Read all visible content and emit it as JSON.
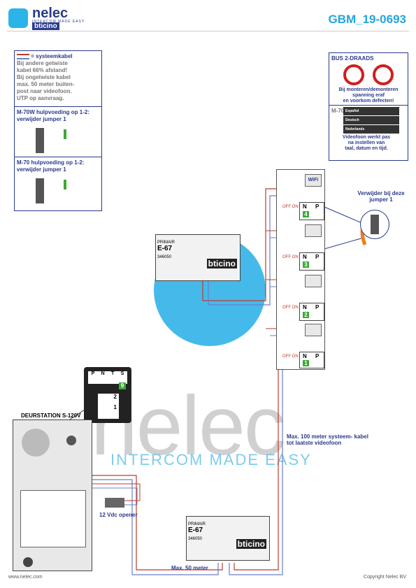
{
  "header": {
    "brand_name": "nelec",
    "brand_tagline": "INTERCOM MADE EASY",
    "brand_partner": "bticino",
    "doc_id": "GBM_19-0693"
  },
  "notes": {
    "cable_legend": "= systeemkabel",
    "cable_lines": [
      "Bij andere getwiste",
      "kabel 66% afstand!",
      "Bij ongetwiste kabel",
      "max. 50 meter buiten-",
      "post naar videofoon.",
      "UTP op aanvraag."
    ],
    "m70w_title": "M-70W hulpvoeding op 1-2: verwijder jumper 1",
    "m70_title": "M-70  hulpvoeding op 1-2: verwijder jumper 1",
    "bus_title": "BUS 2-DRAADS",
    "bus_lines": [
      "Bij monteren/demonteren",
      "spanning eraf",
      "en voorkom defecten!"
    ],
    "m70_lang_label": "M-70",
    "languages": [
      "Español",
      "Deutsch",
      "Nederlands"
    ],
    "m70_lang_lines": [
      "Videofoon werkt pas",
      "na instellen van",
      "taal, datum en tijd."
    ]
  },
  "devices": {
    "psu_top": {
      "label": "PRIMAIR",
      "model": "E-67",
      "code": "346050",
      "brand": "bticino"
    },
    "psu_bottom": {
      "label": "PRIMAIR",
      "model": "E-67",
      "code": "346050",
      "brand": "bticino"
    },
    "monitors": [
      {
        "badge": "WiFi",
        "number": "4",
        "off_label": "OFF ON"
      },
      {
        "badge": "",
        "number": "3",
        "off_label": "OFF ON"
      },
      {
        "badge": "",
        "number": "2",
        "off_label": "OFF ON"
      },
      {
        "badge": "",
        "number": "1",
        "off_label": "OFF ON"
      }
    ],
    "np_labels": [
      "N",
      "P"
    ],
    "door_station": "DEURSTATION S-120V",
    "terminal_labels": [
      "P",
      "N",
      "T",
      "S"
    ],
    "terminal_num": "9",
    "switch_labels": [
      "2",
      "1"
    ],
    "opener_label": "12 Vdc opener"
  },
  "annotations": {
    "jumper_remove": "Verwijder bij deze jumper 1",
    "max100": "Max. 100 meter systeem- kabel tot laatste videofoon",
    "max50": "Max. 50 meter"
  },
  "footer": {
    "website": "www.nelec.com",
    "copyright": "Copyright Nelec BV"
  },
  "colors": {
    "brand_blue": "#2a3a8c",
    "accent_cyan": "#23a6e0",
    "wire_red": "#c0392b",
    "wire_blue": "#6a7fc7",
    "ok_green": "#3aaa35"
  }
}
